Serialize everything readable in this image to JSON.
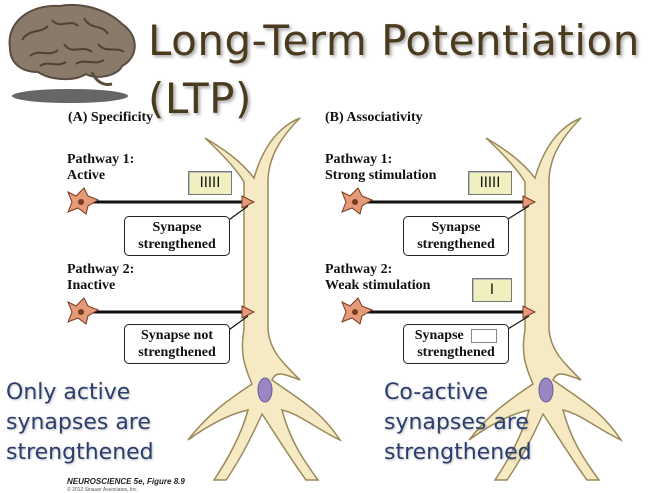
{
  "slide": {
    "title_line1": "Long-Term Potentiation",
    "title_line2": "(LTP)"
  },
  "panel_a": {
    "label": "(A)  Specificity",
    "pathway1": {
      "name": "Pathway 1:",
      "state": "Active",
      "stim": "IIIII",
      "result_line1": "Synapse",
      "result_line2": "strengthened"
    },
    "pathway2": {
      "name": "Pathway 2:",
      "state": "Inactive",
      "result_line1": "Synapse not",
      "result_line2": "strengthened"
    },
    "caption": [
      "Only active",
      "synapses are",
      "strengthened"
    ]
  },
  "panel_b": {
    "label": "(B)  Associativity",
    "pathway1": {
      "name": "Pathway 1:",
      "state": "Strong stimulation",
      "stim": "IIIII",
      "result_line1": "Synapse",
      "result_line2": "strengthened"
    },
    "pathway2": {
      "name": "Pathway 2:",
      "state": "Weak stimulation",
      "stim": "I",
      "result_line1": "Synapse",
      "result_line2": "strengthened"
    },
    "caption": [
      "Co-active",
      "synapses are",
      "strengthened"
    ]
  },
  "source": {
    "citation": "NEUROSCIENCE 5e, Figure 8.9",
    "copyright": "© 2012 Sinauer Associates, Inc."
  },
  "colors": {
    "title": "#4a3a1e",
    "caption": "#2c3e6e",
    "neuron_fill": "#f5eac4",
    "neuron_stroke": "#9a8a5a",
    "soma": "#9b86c4",
    "presyn_fill": "#e59a7a",
    "stim_bg": "#f0efbf"
  },
  "icons": {
    "logo": "brain-icon"
  }
}
